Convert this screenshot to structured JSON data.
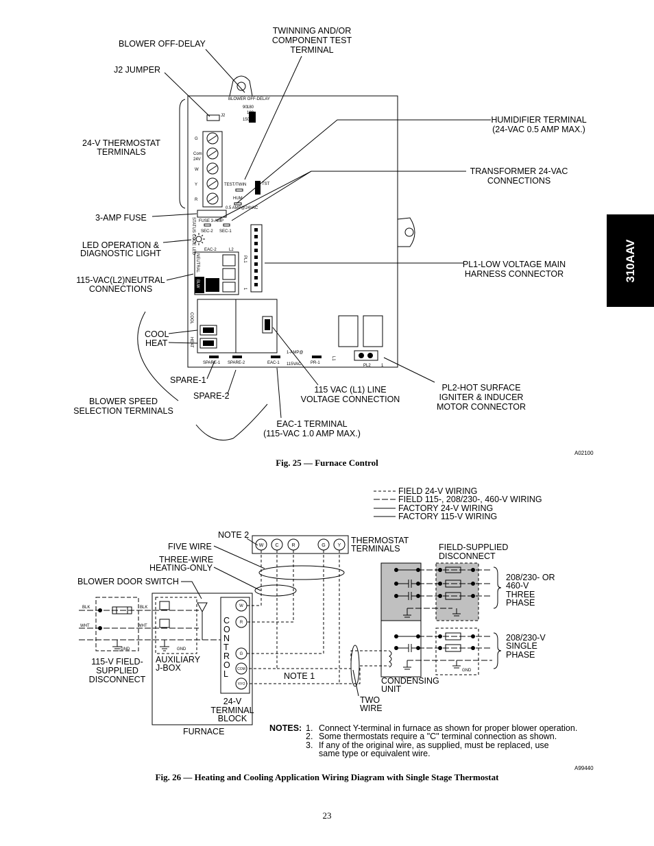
{
  "side_tab": "310AAV",
  "page_number": "23",
  "fig25": {
    "caption": "Fig. 25 — Furnace Control",
    "id_code": "A02100",
    "labels": {
      "blower_off_delay": "BLOWER OFF-DELAY",
      "twinning1": "TWINNING AND/OR",
      "twinning2": "COMPONENT TEST",
      "twinning3": "TERMINAL",
      "j2_jumper": "J2 JUMPER",
      "humidifier1": "HUMIDIFIER TERMINAL",
      "humidifier2": "(24-VAC 0.5 AMP MAX.)",
      "thermostat1": "24-V THERMOSTAT",
      "thermostat2": "TERMINALS",
      "transformer1": "TRANSFORMER 24-VAC",
      "transformer2": "CONNECTIONS",
      "fuse": "3-AMP FUSE",
      "led1": "LED OPERATION &",
      "led2": "DIAGNOSTIC LIGHT",
      "pl1_1": "PL1-LOW VOLTAGE MAIN",
      "pl1_2": "HARNESS CONNECTOR",
      "neutral1": "115-VAC(L2)NEUTRAL",
      "neutral2": "CONNECTIONS",
      "cool": "COOL",
      "heat": "HEAT",
      "spare1": "SPARE-1",
      "spare2": "SPARE-2",
      "blower_speed1": "BLOWER SPEED",
      "blower_speed2": "SELECTION TERMINALS",
      "line1": "115 VAC (L1) LINE",
      "line2": "VOLTAGE CONNECTION",
      "pl2_1": "PL2-HOT SURFACE",
      "pl2_2": "IGNITER & INDUCER",
      "pl2_3": "MOTOR CONNECTOR",
      "eac1_1": "EAC-1 TERMINAL",
      "eac1_2": "(115-VAC 1.0 AMP MAX.)"
    },
    "board": {
      "blower_off_delay": "BLOWER OFF-DELAY",
      "delay_90": "90",
      "delay_120": "120",
      "delay_150": "150",
      "delay_180": "180",
      "j2": "J2",
      "term_g": "G",
      "term_com": "Com",
      "term_24v": "24V",
      "term_w": "W",
      "term_y": "Y",
      "term_r": "R",
      "test_twin": "TEST/TWIN",
      "tst": "TST",
      "hum": "HUM",
      "hum_rating": "0.5 AMP@24VAC",
      "fuse_label": "FUSE 3-AMP",
      "sec2": "SEC-2",
      "sec1": "SEC-1",
      "status": "STATUS CODE LED",
      "eac2": "EAC-2",
      "l2": "L2",
      "neutral": "NEUTRAL",
      "blw": "BLW",
      "pl1": "PL1",
      "pl1_pin": "1",
      "cool": "COOL",
      "heat": "HEAT",
      "amp1": "1-AMP@",
      "vac115": "115VAC",
      "spare1": "SPARE-1",
      "spare2": "SPARE-2",
      "eac1": "EAC-1",
      "pr1": "PR-1",
      "l1": "L1",
      "pl2": "PL2",
      "pl2_pin": "1"
    }
  },
  "fig26": {
    "caption": "Fig. 26 — Heating and Cooling Application Wiring Diagram with  Single Stage Thermostat",
    "id_code": "A99440",
    "legend": [
      {
        "style": "short-dash",
        "label": "FIELD 24-V WIRING"
      },
      {
        "style": "long-dash",
        "label": "FIELD 115-, 208/230-, 460-V WIRING"
      },
      {
        "style": "solid",
        "label": "FACTORY 24-V WIRING"
      },
      {
        "style": "solid",
        "label": "FACTORY 115-V WIRING"
      }
    ],
    "labels": {
      "note2": "NOTE 2",
      "five_wire": "FIVE WIRE",
      "three_wire1": "THREE-WIRE",
      "three_wire2": "HEATING-ONLY",
      "blower_door": "BLOWER DOOR SWITCH",
      "thermostat1": "THERMOSTAT",
      "thermostat2": "TERMINALS",
      "field_disconnect1": "FIELD-SUPPLIED",
      "field_disconnect2": "DISCONNECT",
      "three_phase1": "208/230- OR",
      "three_phase2": "460-V",
      "three_phase3": "THREE",
      "three_phase4": "PHASE",
      "single_phase1": "208/230-V",
      "single_phase2": "SINGLE",
      "single_phase3": "PHASE",
      "blk1": "BLK",
      "blk2": "BLK",
      "wht1": "WHT",
      "wht2": "WHT",
      "gnd1": "GND",
      "gnd2": "GND",
      "gnd3": "GND",
      "disc115_1": "115-V FIELD-",
      "disc115_2": "SUPPLIED",
      "disc115_3": "DISCONNECT",
      "aux1": "AUXILIARY",
      "aux2": "J-BOX",
      "terminal_block1": "24-V",
      "terminal_block2": "TERMINAL",
      "terminal_block3": "BLOCK",
      "furnace": "FURNACE",
      "note1": "NOTE 1",
      "condensing1": "CONDENSING",
      "condensing2": "UNIT",
      "two_wire1": "TWO",
      "two_wire2": "WIRE",
      "control": [
        "C",
        "O",
        "N",
        "T",
        "R",
        "O",
        "L"
      ]
    },
    "thermostat_terminals": [
      "W",
      "C",
      "R",
      "G",
      "Y"
    ],
    "block_terminals": [
      "W",
      "R",
      "G",
      "COM",
      "Y/Y2"
    ],
    "notes_title": "NOTES:",
    "notes": [
      {
        "num": "1.",
        "text": "Connect Y-terminal in furnace as shown for proper blower operation."
      },
      {
        "num": "2.",
        "text": "Some thermostats require a \"C\" terminal connection as shown."
      },
      {
        "num": "3.",
        "text": "If any of the original wire, as supplied, must be replaced, use"
      },
      {
        "num": "",
        "text": "same type or equivalent wire."
      }
    ]
  }
}
